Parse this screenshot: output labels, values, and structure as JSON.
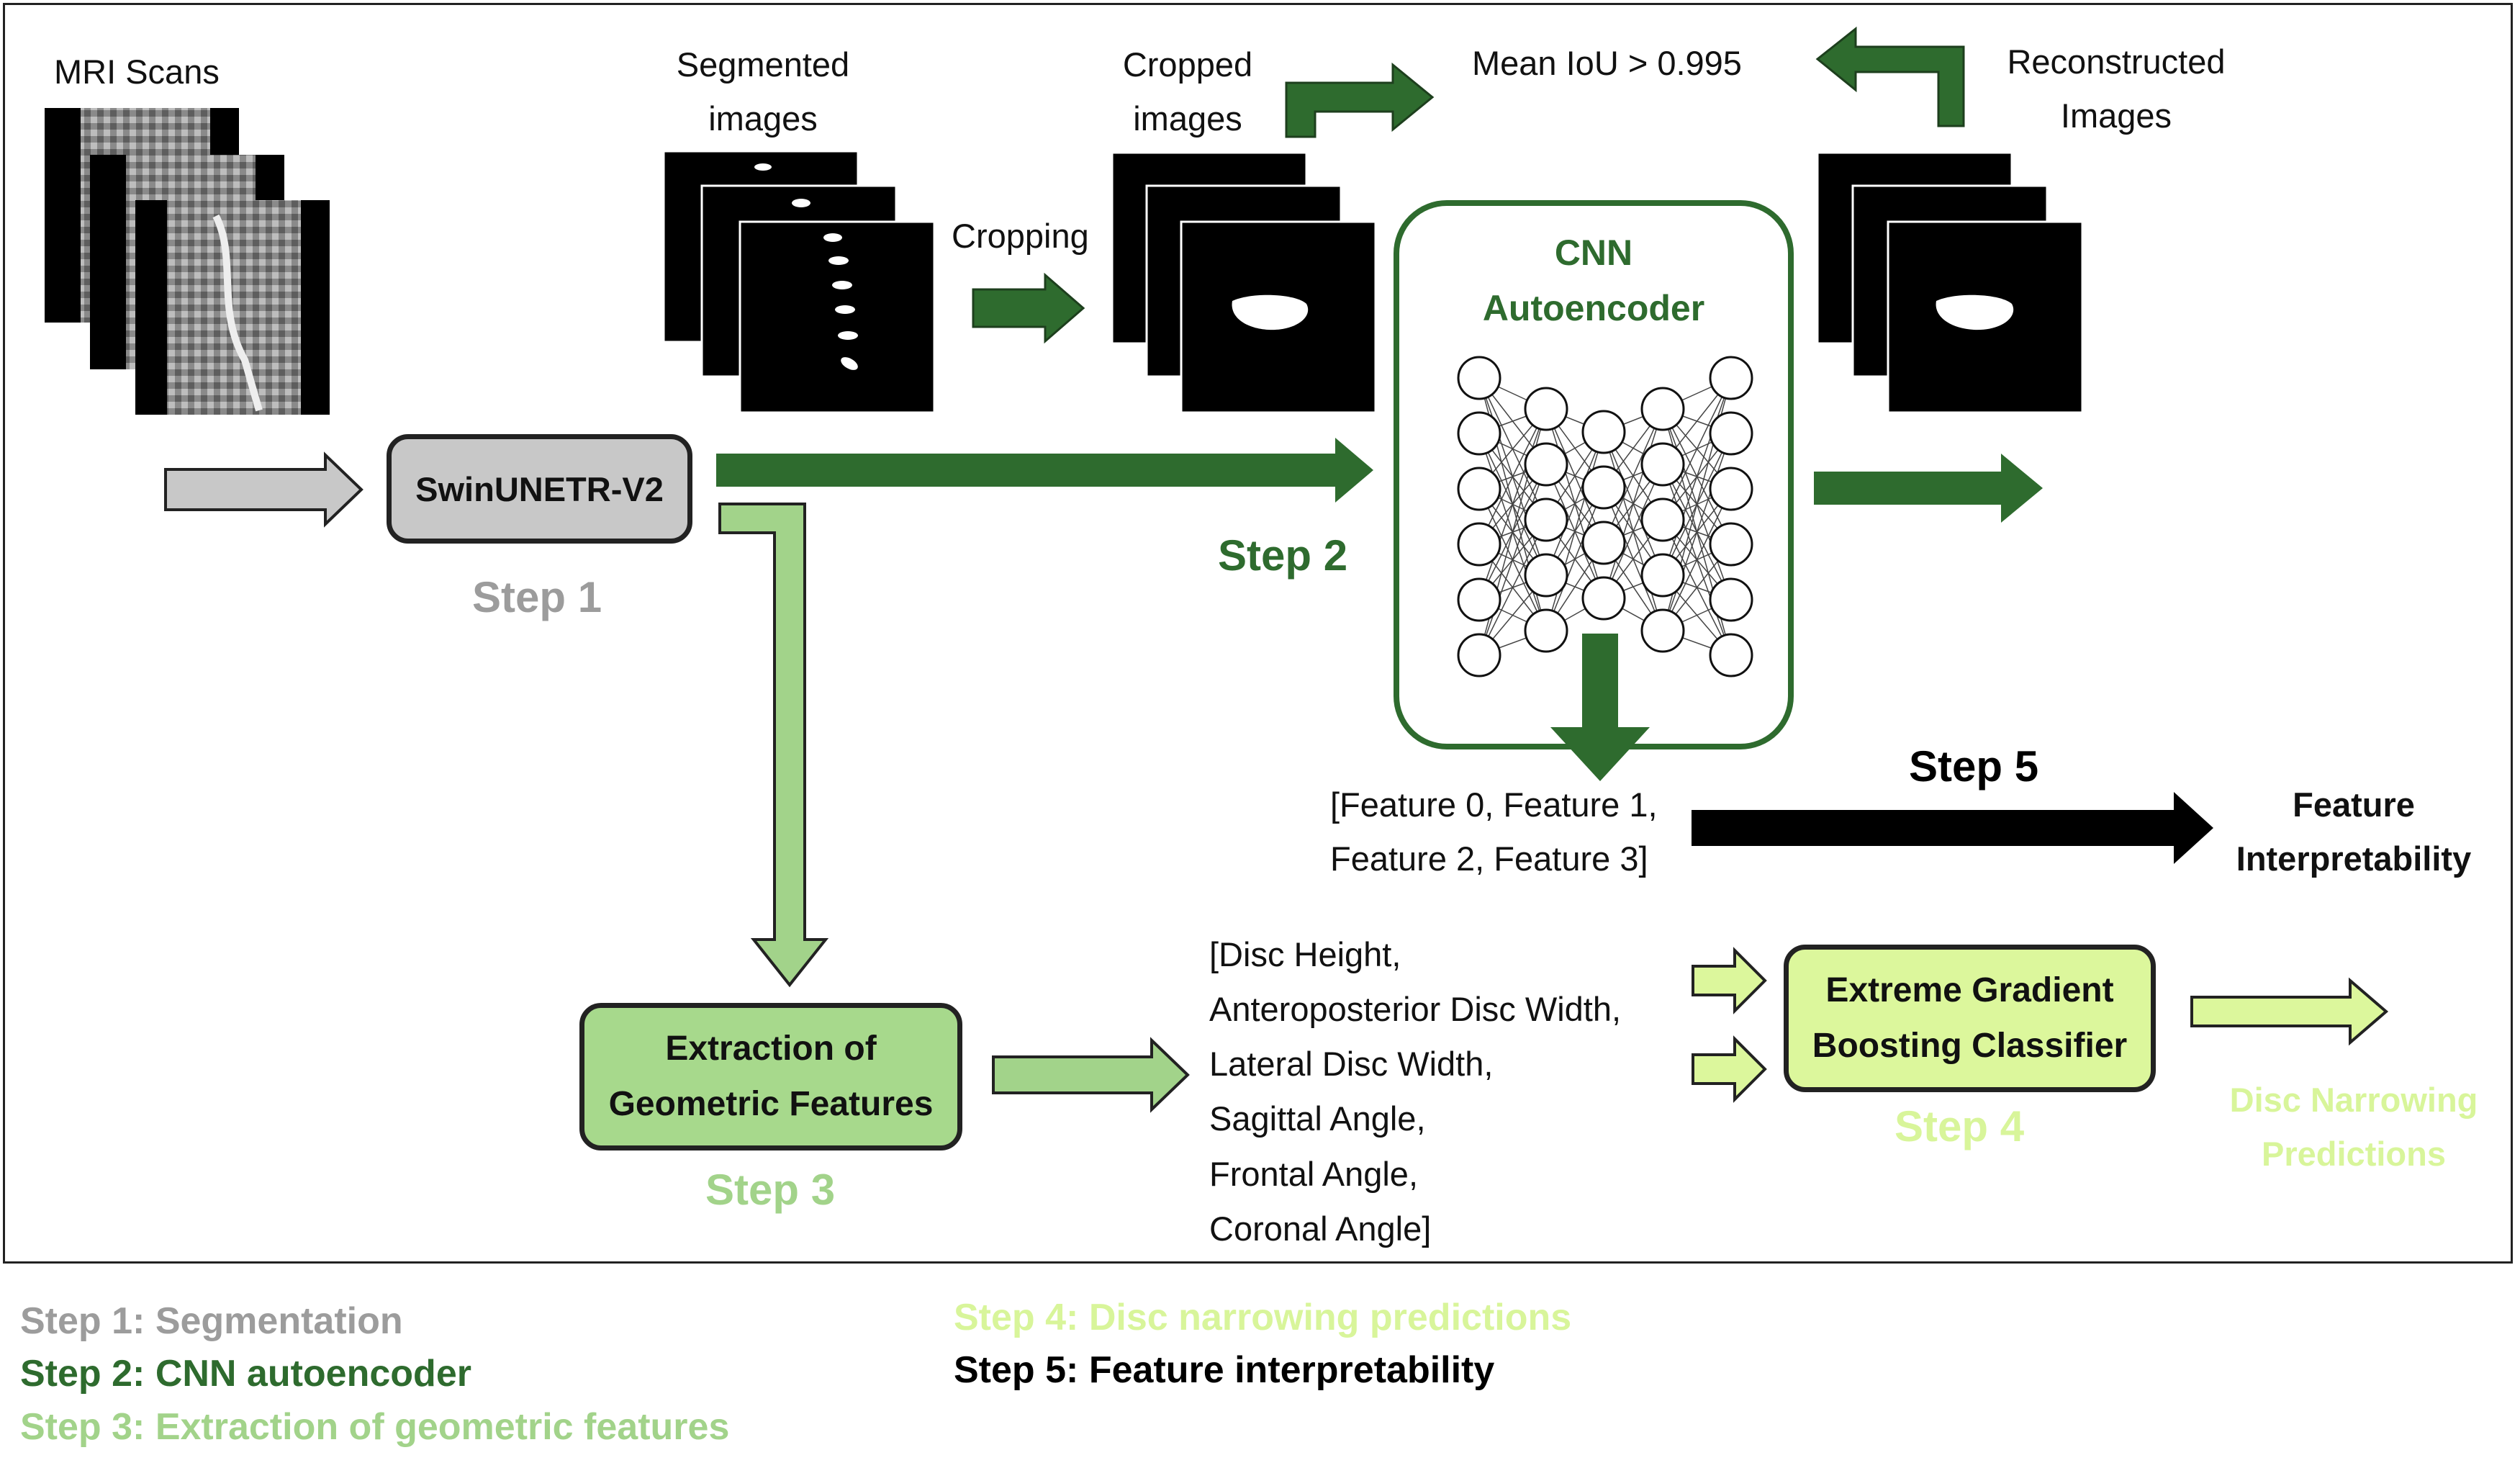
{
  "labels": {
    "mri_scans": "MRI Scans",
    "segmented_line1": "Segmented",
    "segmented_line2": "images",
    "cropped_line1": "Cropped",
    "cropped_line2": "images",
    "cropping": "Cropping",
    "mean_iou": "Mean IoU > 0.995",
    "reconstructed_line1": "Reconstructed",
    "reconstructed_line2": "Images",
    "features_line1": "[Feature 0, Feature 1,",
    "features_line2": "Feature 2, Feature 3]",
    "feature_interp_line1": "Feature",
    "feature_interp_line2": "Interpretability",
    "geo_list": [
      "[Disc Height,",
      "Anteroposterior Disc Width,",
      "Lateral Disc Width,",
      "Sagittal Angle,",
      "Frontal Angle,",
      "Coronal Angle]"
    ],
    "disc_pred_line1": "Disc Narrowing",
    "disc_pred_line2": "Predictions"
  },
  "boxes": {
    "swin": "SwinUNETR-V2",
    "cnn_line1": "CNN",
    "cnn_line2": "Autoencoder",
    "extraction_line1": "Extraction of",
    "extraction_line2": "Geometric Features",
    "xgb_line1": "Extreme Gradient",
    "xgb_line2": "Boosting Classifier"
  },
  "steps": {
    "step1": "Step 1",
    "step2": "Step 2",
    "step3": "Step 3",
    "step4": "Step 4",
    "step5": "Step 5"
  },
  "legend": {
    "l1": "Step 1: Segmentation",
    "l2": "Step 2: CNN autoencoder",
    "l3": "Step 3: Extraction of geometric features",
    "l4": "Step 4: Disc narrowing predictions",
    "l5": "Step 5: Feature interpretability"
  },
  "colors": {
    "step1": "#9c9c9c",
    "step2": "#2e6b2e",
    "step3": "#a2d38a",
    "step4": "#d8f59a",
    "step5": "#000000",
    "swin_fill": "#c8c8c8",
    "extraction_fill": "#a7d98c",
    "xgb_fill": "#dcf79c"
  }
}
